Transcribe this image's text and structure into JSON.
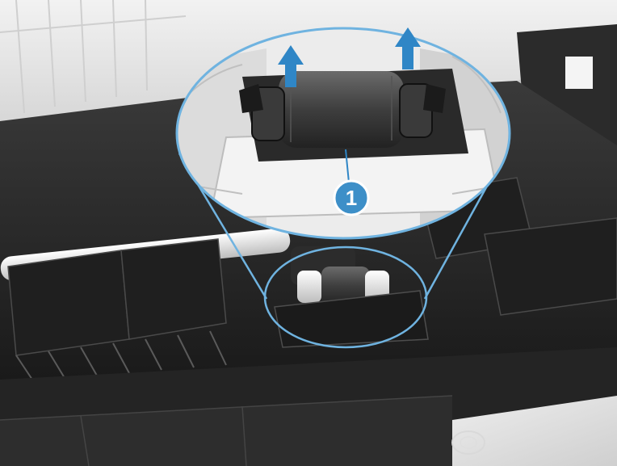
{
  "figure": {
    "callout_number": "1",
    "accent_color": "#3d8fc8",
    "arrow_color": "#2f86c6",
    "callout_outline_color": "#6fb3e0",
    "depicted": {
      "main_scene": "printer-interior-rear-feed-area",
      "magnified_part": "pickup-roller",
      "action_icons": [
        "arrow-up-icon",
        "arrow-up-icon"
      ]
    }
  }
}
